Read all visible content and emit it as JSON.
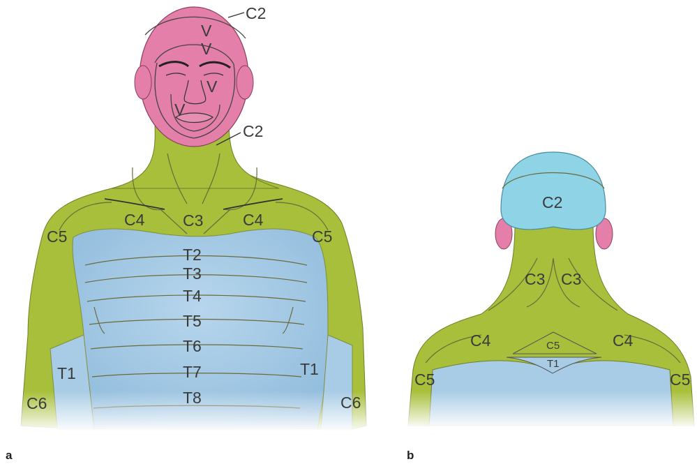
{
  "panels": {
    "a": {
      "tag": "a"
    },
    "b": {
      "tag": "b"
    }
  },
  "colors": {
    "trigeminal": "#e37fa8",
    "cervical": "#a7bf3a",
    "thoracic": "#a9cce6",
    "occipital": "#8ed3e6",
    "outline": "#5b5b2e"
  },
  "front_labels": {
    "c2_top": "C2",
    "v1": "V",
    "v2": "V",
    "v3": "V",
    "v4": "V",
    "c2_neck": "C2",
    "c4_left": "C4",
    "c3": "C3",
    "c4_right": "C4",
    "c5_left": "C5",
    "c5_right": "C5",
    "t2": "T2",
    "t3": "T3",
    "t4": "T4",
    "t5": "T5",
    "t6": "T6",
    "t7": "T7",
    "t8": "T8",
    "t1_left": "T1",
    "t1_right": "T1",
    "c6_left": "C6",
    "c6_right": "C6"
  },
  "back_labels": {
    "c2": "C2",
    "c3_left": "C3",
    "c3_right": "C3",
    "c4_left": "C4",
    "c4_right": "C4",
    "c5_center": "C5",
    "t1": "T1",
    "c5_left": "C5",
    "c5_right": "C5"
  }
}
